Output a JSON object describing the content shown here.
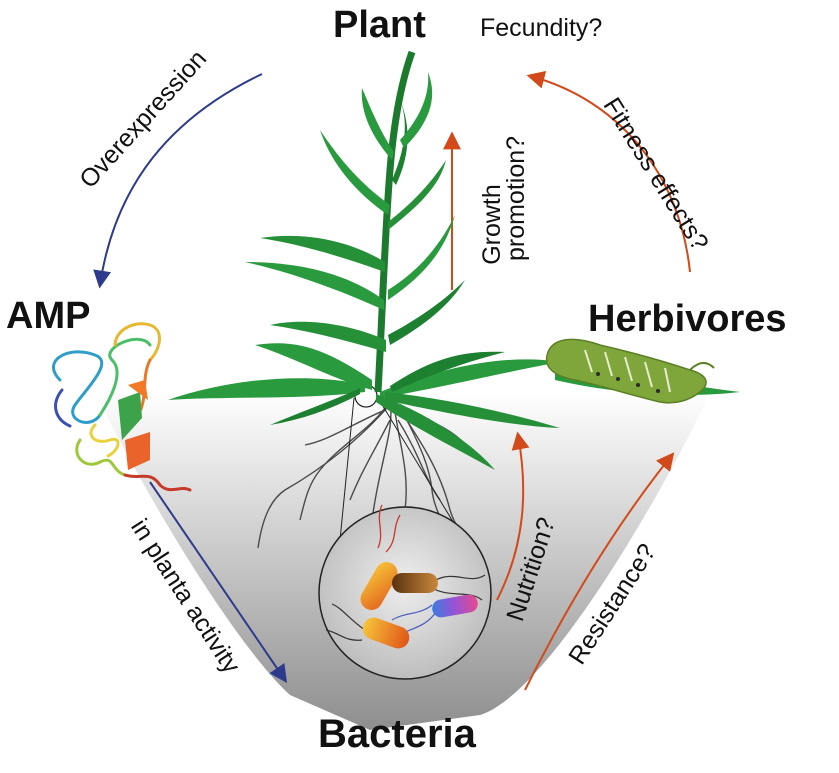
{
  "nodes": {
    "plant": "Plant",
    "amp": "AMP",
    "herbivores": "Herbivores",
    "bacteria": "Bacteria"
  },
  "edges": {
    "fecundity": "Fecundity?",
    "overexpression": "Overexpression",
    "fitness_effects": "Fitness effects?",
    "growth": "Growth",
    "promotion": "promotion?",
    "nutrition": "Nutrition?",
    "resistance": "Resistance?",
    "in_planta_activity": "in planta activity"
  },
  "colors": {
    "blue_arrow": "#2e3a8c",
    "orange_arrow": "#d24a1a",
    "plant_green": "#2a9a3e",
    "plant_dark": "#1c6e2a",
    "caterpillar": "#7ea63a",
    "soil_top": "#ffffff",
    "soil_bottom": "#9a9a9a"
  }
}
